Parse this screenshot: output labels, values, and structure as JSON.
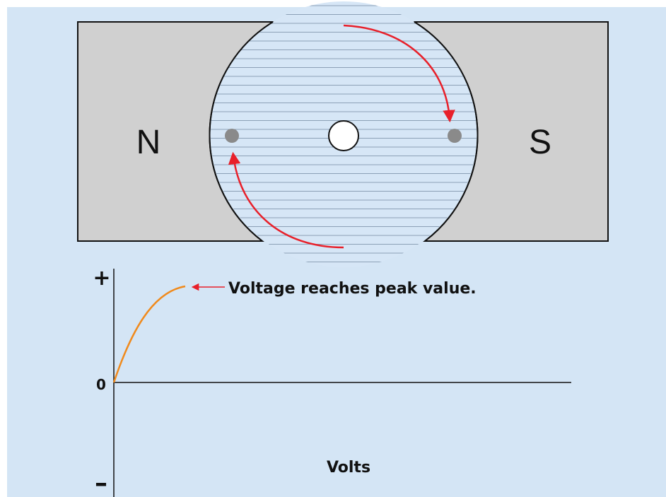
{
  "poles": {
    "north": "N",
    "south": "S"
  },
  "graph": {
    "plus": "+",
    "zero": "0",
    "minus": "–",
    "annotation": "Voltage reaches peak value.",
    "axis_label": "Volts"
  },
  "colors": {
    "background": "#d4e5f5",
    "magnet": "#d0d0d0",
    "rotor": "#d6e6f6",
    "rotor_lines": "#8ca0b6",
    "arrow": "#e8202a",
    "conductor": "#8a8a8a",
    "curve": "#f08a1c"
  }
}
